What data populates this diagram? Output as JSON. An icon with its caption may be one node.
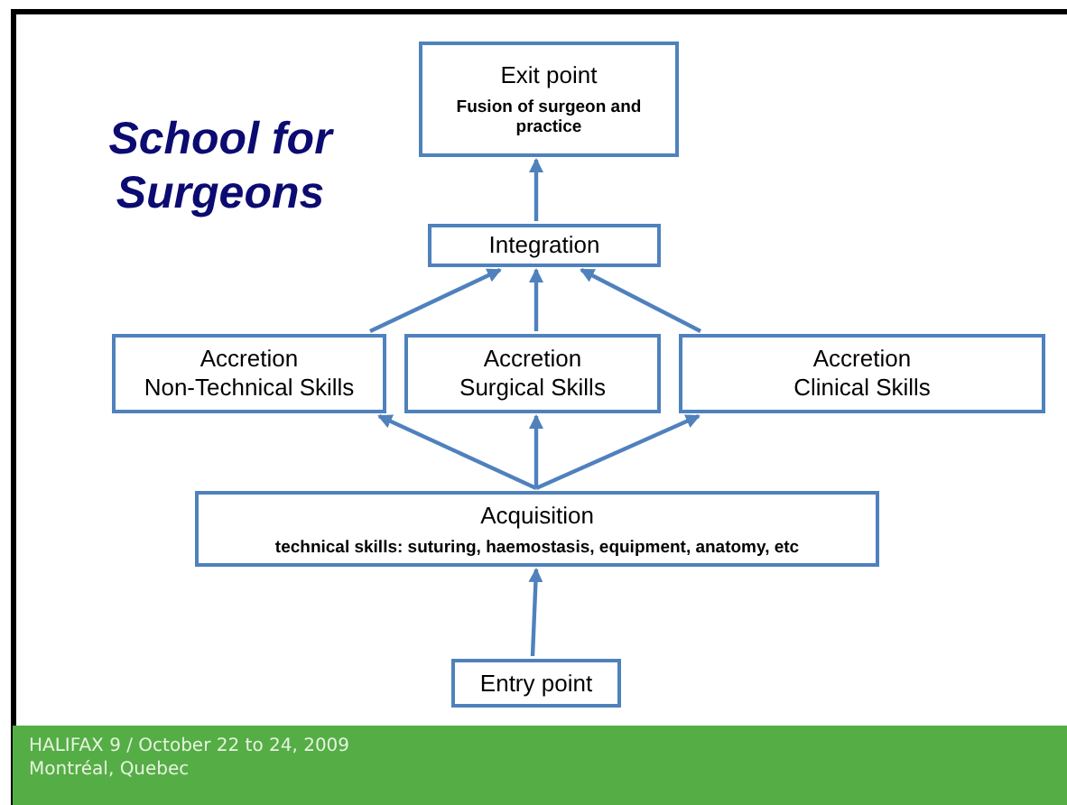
{
  "diagram": {
    "title": "School for Surgeons",
    "nodes": [
      {
        "text": [
          "Exit point",
          "Fusion of surgeon and practice"
        ]
      },
      {
        "text": [
          "Integration"
        ]
      },
      {
        "text": [
          "Accretion",
          "Non-Technical Skills"
        ]
      },
      {
        "text": [
          "Accretion",
          "Surgical Skills"
        ]
      },
      {
        "text": [
          "Accretion",
          "Clinical Skills"
        ]
      },
      {
        "text": [
          "Acquisition",
          "technical skills: suturing, haemostasis, equipment, anatomy, etc"
        ]
      },
      {
        "text": [
          "Entry point"
        ]
      }
    ],
    "edges": [
      {
        "from": 1,
        "to": 0,
        "arrow": "to"
      },
      {
        "from": 2,
        "to": 1,
        "arrow": "to"
      },
      {
        "from": 3,
        "to": 1,
        "arrow": "to"
      },
      {
        "from": 4,
        "to": 1,
        "arrow": "to"
      },
      {
        "from": 5,
        "to": 2,
        "arrow": "to"
      },
      {
        "from": 5,
        "to": 3,
        "arrow": "to"
      },
      {
        "from": 5,
        "to": 4,
        "arrow": "to"
      },
      {
        "from": 6,
        "to": 5,
        "arrow": "to"
      }
    ],
    "labels": [
      "HALIFAX 9 / October 22 to 24, 2009",
      "Montréal, Quebec"
    ]
  }
}
